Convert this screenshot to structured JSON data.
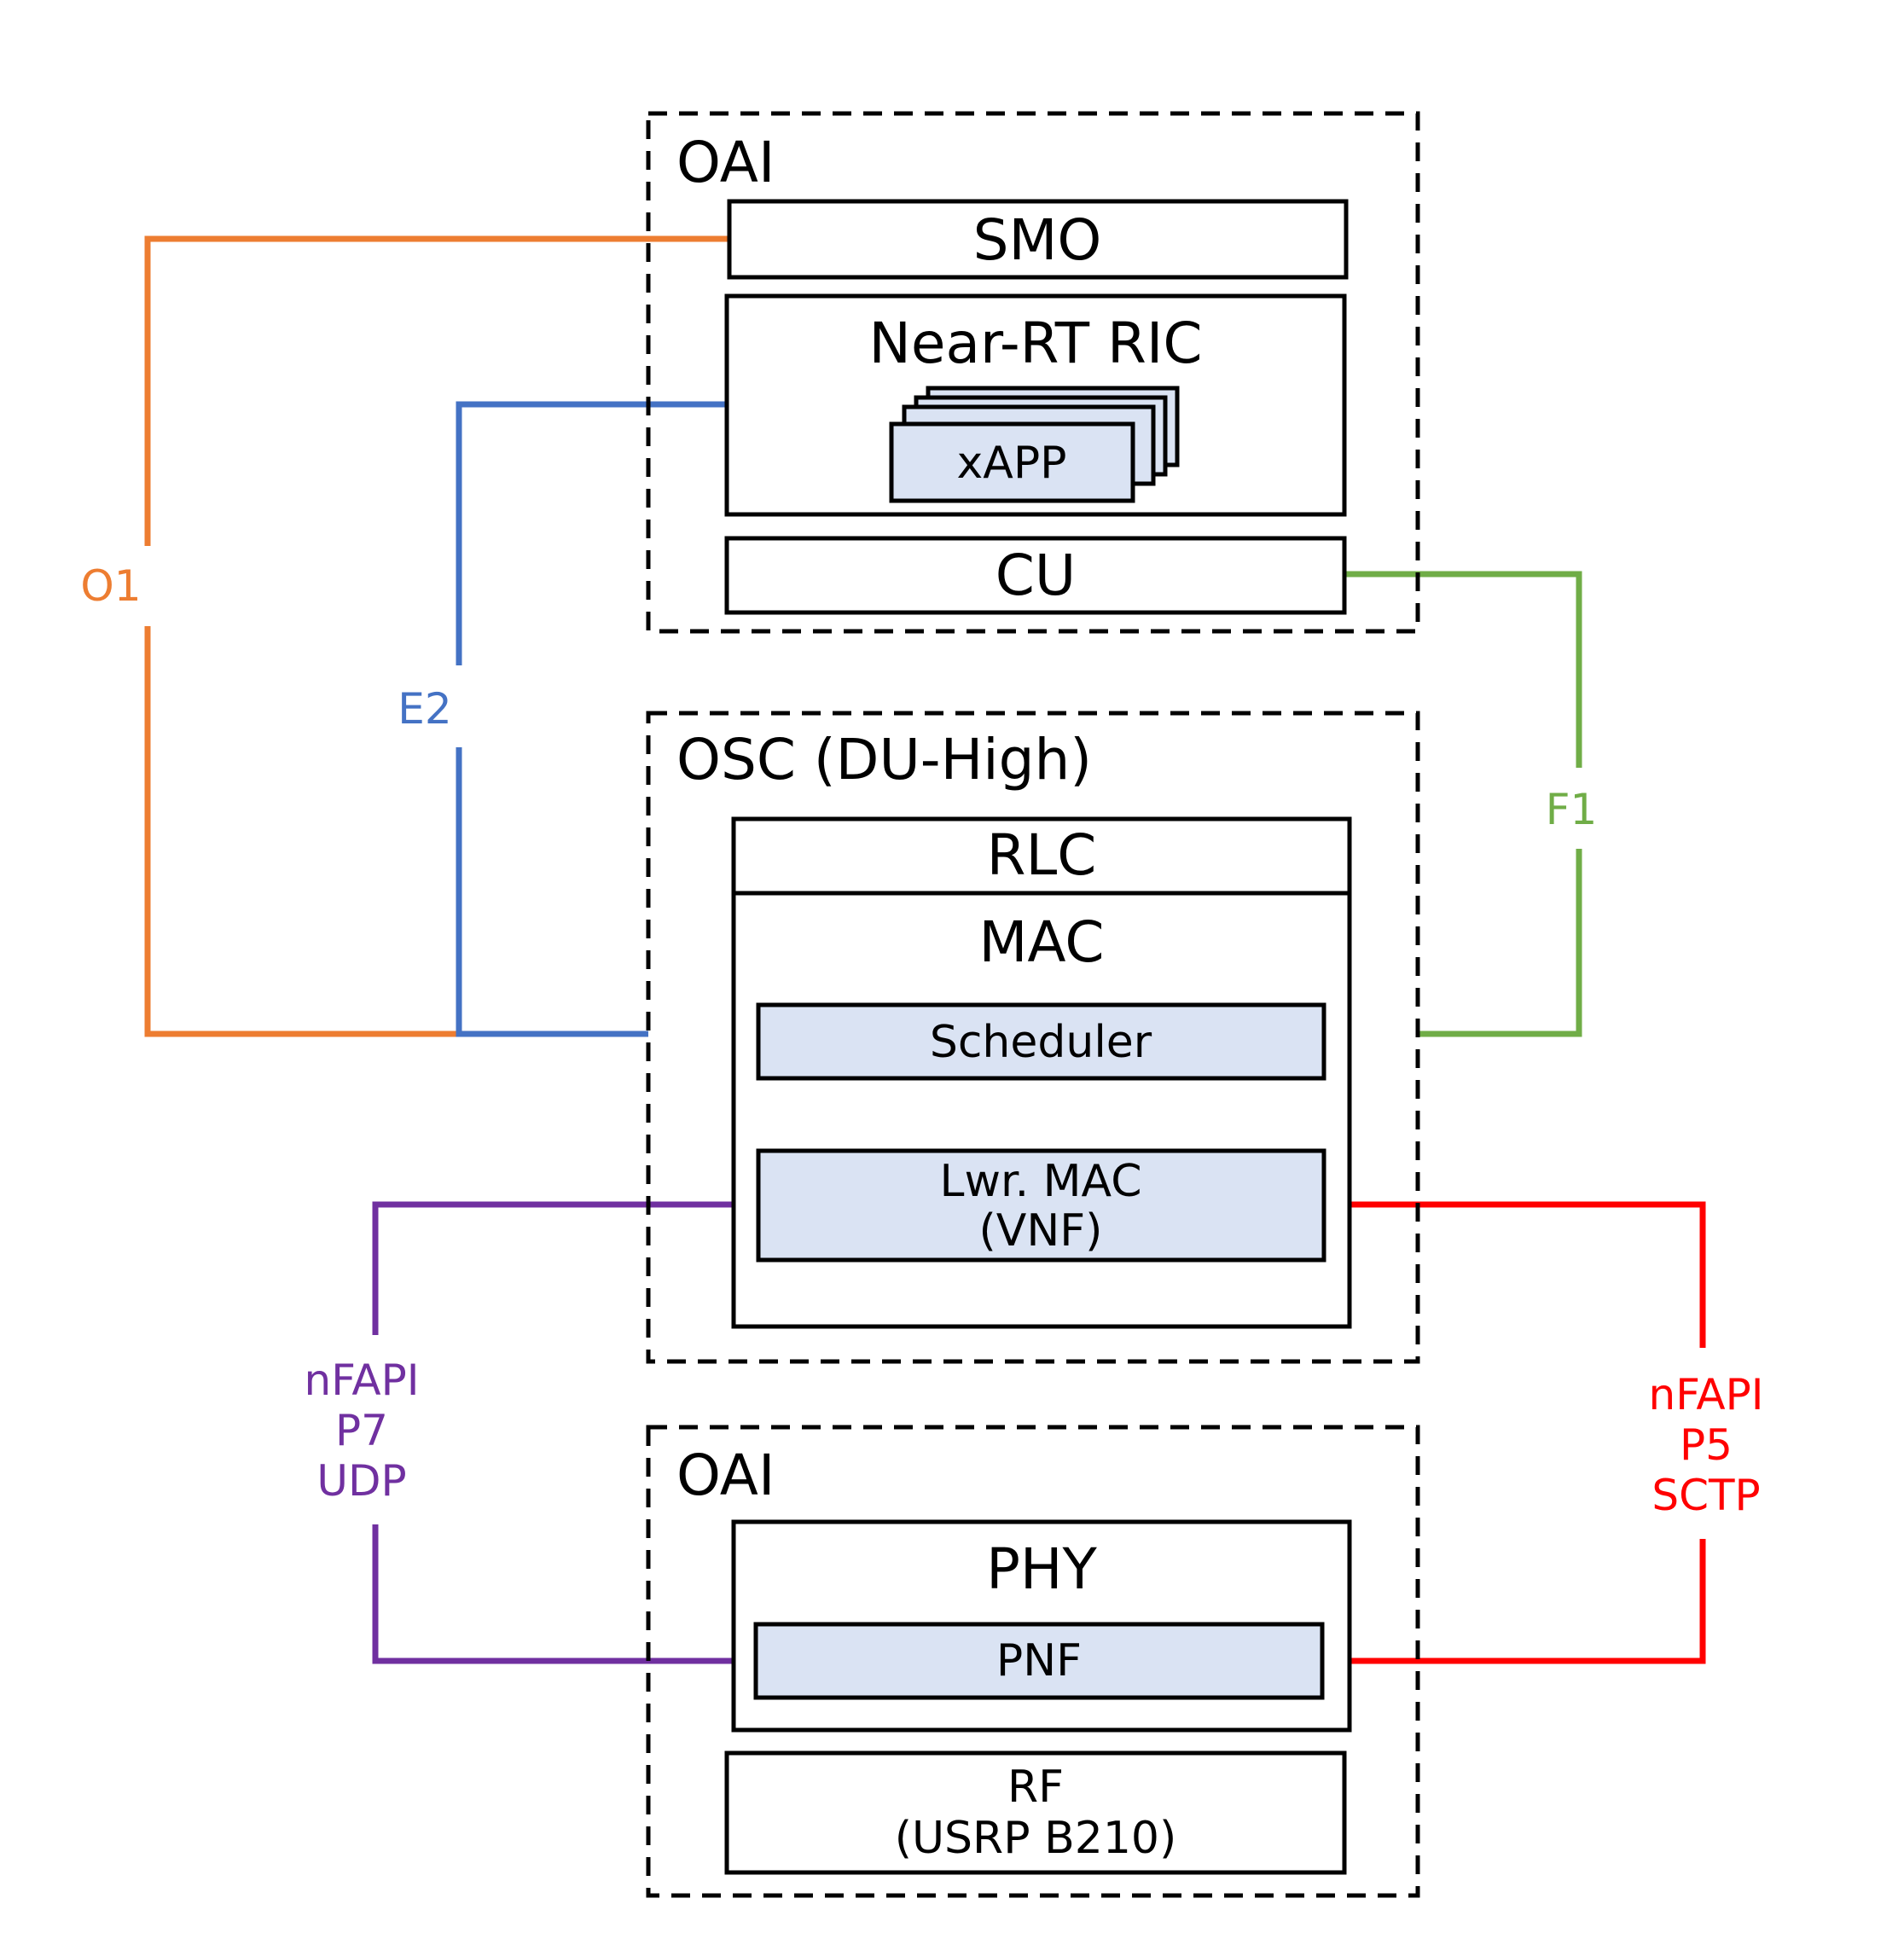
{
  "groups": {
    "top": {
      "label": "OAI"
    },
    "middle": {
      "label": "OSC (DU-High)"
    },
    "bottom": {
      "label": "OAI"
    }
  },
  "blocks": {
    "smo": "SMO",
    "near_rt_ric": "Near-RT RIC",
    "xapp": "xAPP",
    "cu": "CU",
    "rlc": "RLC",
    "mac": "MAC",
    "scheduler": "Scheduler",
    "lower_mac": [
      "Lwr. MAC",
      "(VNF)"
    ],
    "phy": "PHY",
    "pnf": "PNF",
    "rf": [
      "RF",
      "(USRP B210)"
    ]
  },
  "links": {
    "o1": {
      "label": "O1",
      "color": "#ed7d31"
    },
    "e2": {
      "label": "E2",
      "color": "#4472c4"
    },
    "f1": {
      "label": "F1",
      "color": "#70ad47"
    },
    "p7": {
      "label": [
        "nFAPI",
        "P7",
        "UDP"
      ],
      "color": "#7030a0"
    },
    "p5": {
      "label": [
        "nFAPI",
        "P5",
        "SCTP"
      ],
      "color": "#ff0000"
    }
  }
}
